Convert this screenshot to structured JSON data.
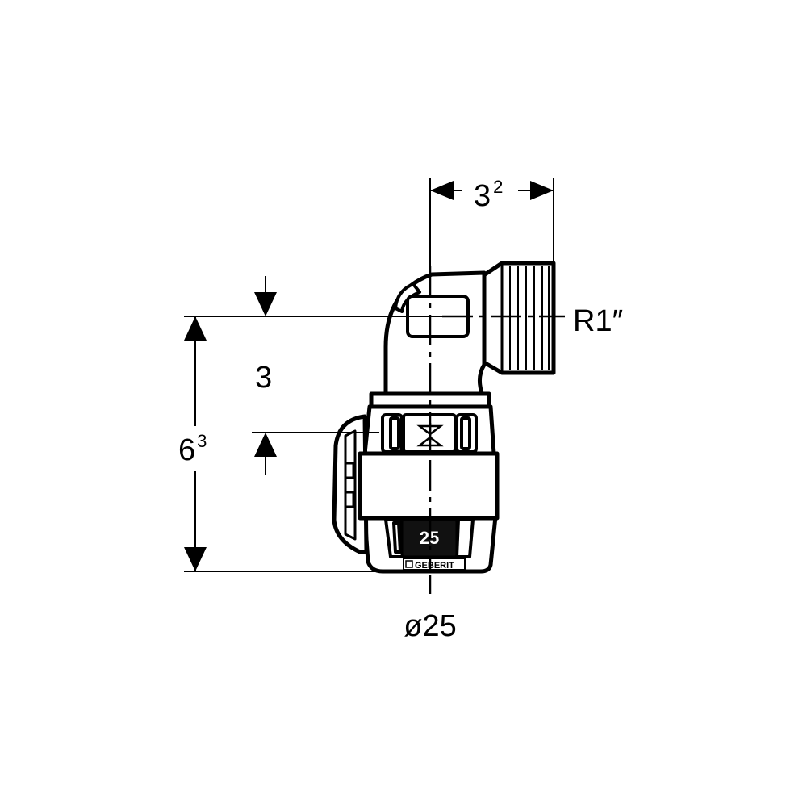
{
  "dimensions": {
    "width_top": {
      "base": "3",
      "sup": "2"
    },
    "thread": "R1″",
    "insertion_depth": "3",
    "height_total": {
      "base": "6",
      "sup": "3"
    },
    "pipe_diameter": "ø25"
  },
  "fitting": {
    "size_marking": "25",
    "brand_marking": "GEBERIT"
  },
  "colors": {
    "line": "#000000",
    "body": "#ffffff"
  }
}
